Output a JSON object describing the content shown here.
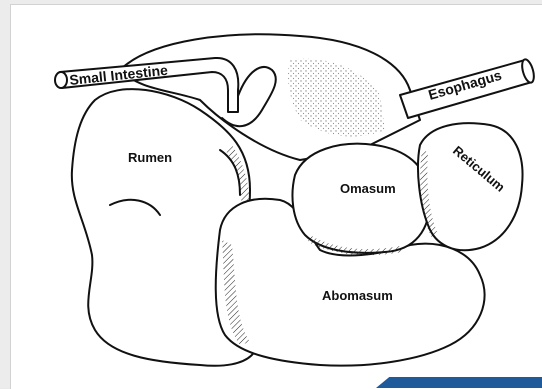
{
  "labels": {
    "small_intestine": "Small Intestine",
    "esophagus": "Esophagus",
    "rumen": "Rumen",
    "omasum": "Omasum",
    "reticulum": "Reticulum",
    "abomasum": "Abomasum"
  },
  "colors": {
    "outline": "#111111",
    "background": "#ffffff",
    "frame": "#ececec",
    "accent_tab": "#1f5a9a"
  }
}
